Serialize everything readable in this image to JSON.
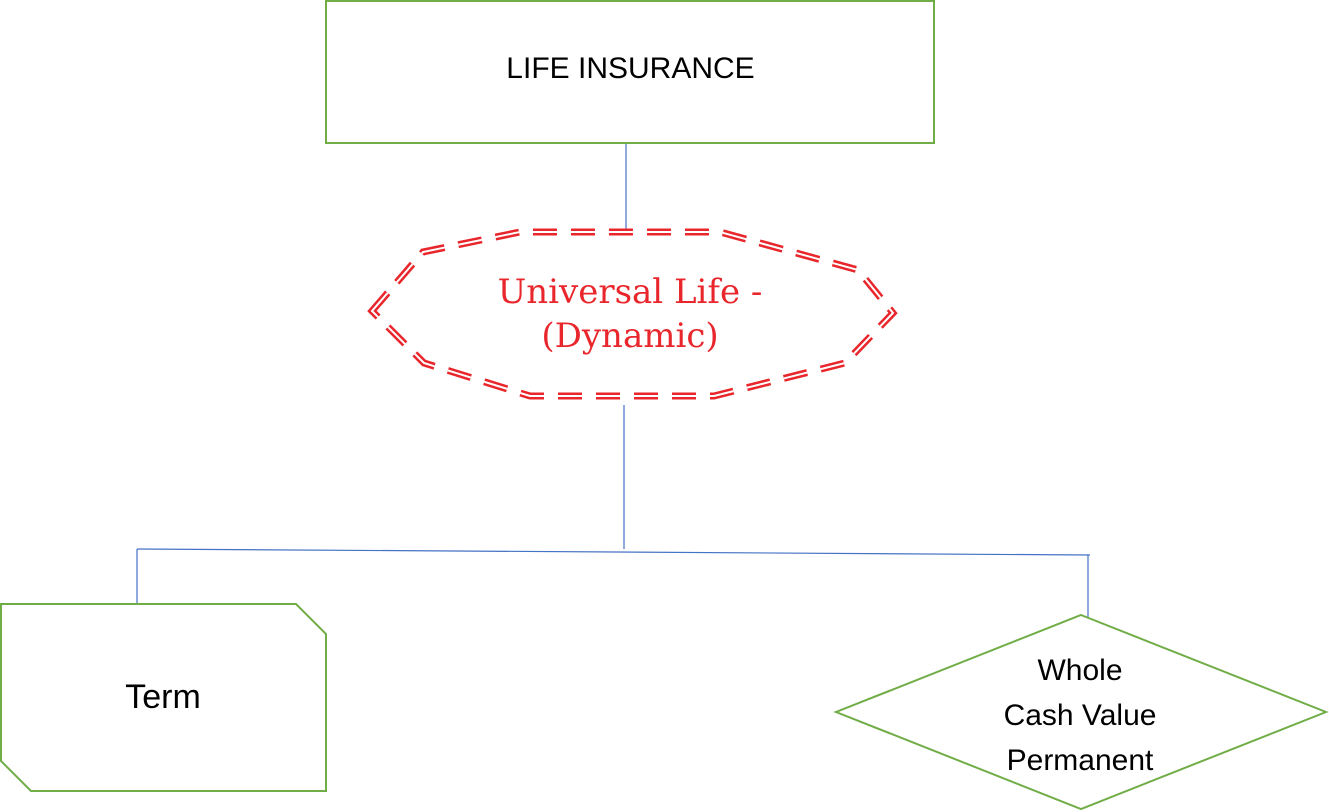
{
  "root": {
    "label": "LIFE INSURANCE"
  },
  "center": {
    "line1": "Universal Life  -",
    "line2": "(Dynamic)"
  },
  "left_node": {
    "label": "Term"
  },
  "right_node": {
    "lines": [
      "Whole",
      "Cash Value",
      "Permanent"
    ]
  },
  "colors": {
    "box_border": "#70ad47",
    "connector": "#4472c4",
    "highlight": "#e8262b"
  }
}
